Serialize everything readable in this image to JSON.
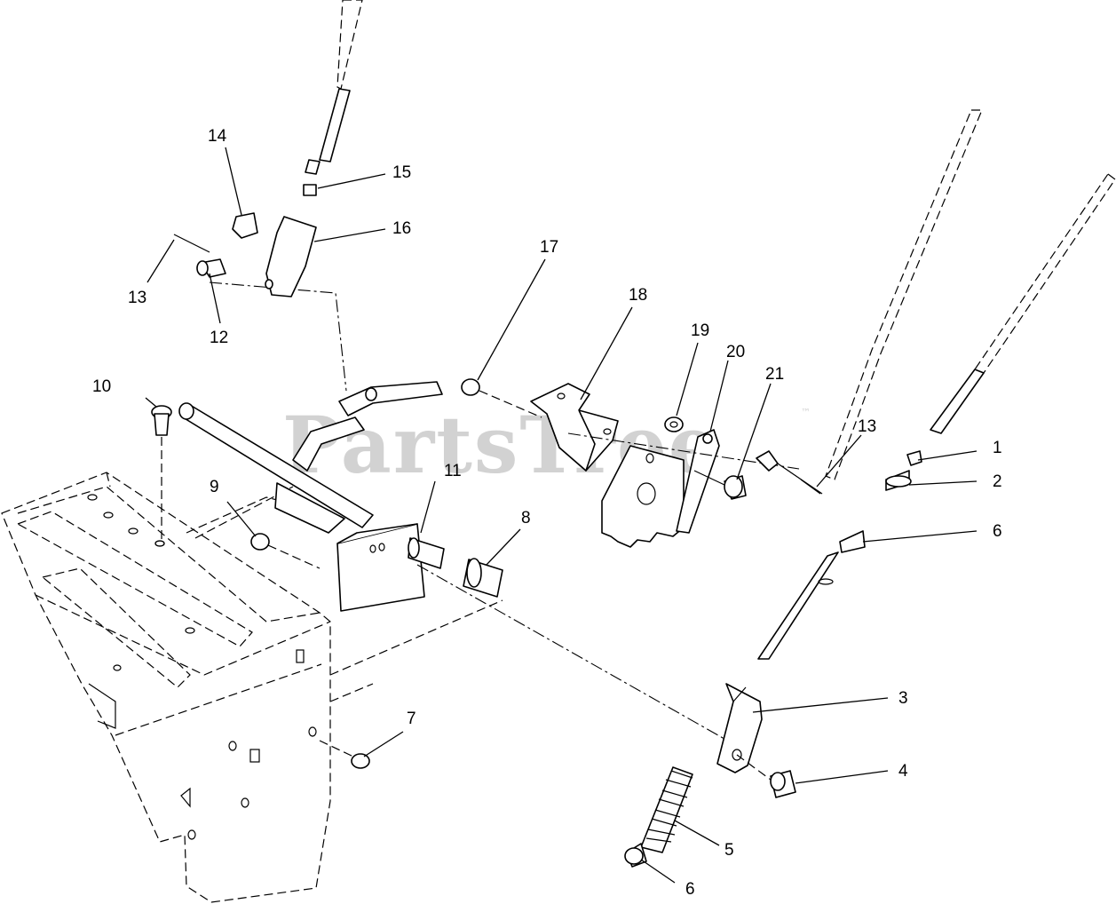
{
  "watermark": {
    "text": "PartsTree",
    "trademark": "™"
  },
  "callouts": {
    "c1": "1",
    "c2": "2",
    "c3": "3",
    "c4": "4",
    "c5": "5",
    "c6a": "6",
    "c6b": "6",
    "c7": "7",
    "c8": "8",
    "c9": "9",
    "c10": "10",
    "c11": "11",
    "c12": "12",
    "c13a": "13",
    "c13b": "13",
    "c14": "14",
    "c15": "15",
    "c16": "16",
    "c17": "17",
    "c18": "18",
    "c19": "19",
    "c20": "20",
    "c21": "21"
  },
  "colors": {
    "line": "#000000",
    "background": "#ffffff",
    "watermark": "#d2d2d2"
  },
  "icons": [
    "parts-exploded-diagram"
  ]
}
